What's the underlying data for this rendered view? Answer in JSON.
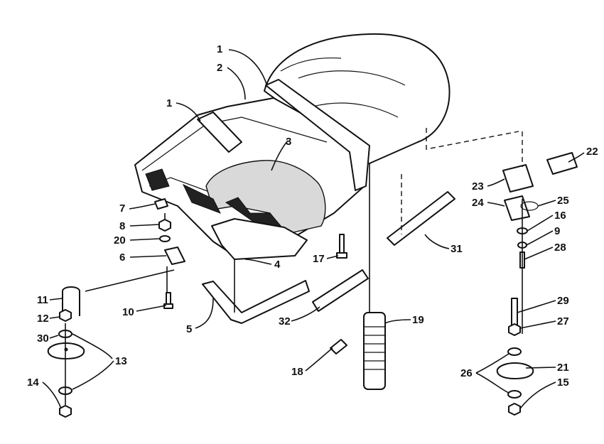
{
  "callouts": [
    "1",
    "2",
    "1",
    "3",
    "7",
    "8",
    "20",
    "6",
    "11",
    "12",
    "30",
    "13",
    "14",
    "10",
    "5",
    "4",
    "17",
    "32",
    "19",
    "18",
    "31",
    "22",
    "23",
    "25",
    "24",
    "16",
    "9",
    "28",
    "29",
    "27",
    "26",
    "21",
    "15"
  ],
  "colors": {
    "ink": "#111111",
    "paper": "#ffffff",
    "foam": "#d9d9d9"
  }
}
